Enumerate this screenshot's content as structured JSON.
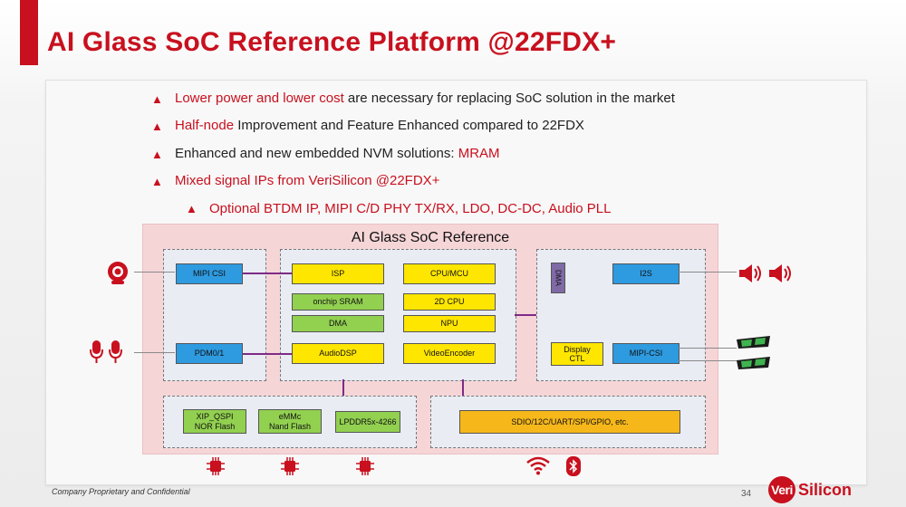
{
  "slide": {
    "title": "AI Glass SoC Reference Platform @22FDX+",
    "footer": "Company Proprietary and Confidential",
    "page_number": "34",
    "logo_prefix": "Veri",
    "logo_suffix": "Silicon"
  },
  "bullets": [
    {
      "highlight": "Lower power and lower cost",
      "text": " are necessary for replacing SoC solution in the market"
    },
    {
      "highlight": "Half-node",
      "text": " Improvement and Feature Enhanced compared to 22FDX"
    },
    {
      "text": "Enhanced and new embedded NVM solutions: ",
      "highlight": "MRAM"
    },
    {
      "highlight": "Mixed signal IPs from VeriSilicon @22FDX+"
    },
    {
      "highlight": "Optional BTDM IP, MIPI  C/D PHY TX/RX, LDO, DC-DC, Audio PLL"
    }
  ],
  "diagram": {
    "title": "AI Glass SoC Reference",
    "blocks": {
      "mipi_csi_in": "MIPI CSI",
      "pdm": "PDM0/1",
      "isp": "ISP",
      "cpu_mcu": "CPU/MCU",
      "sram": "onchip SRAM",
      "cpu2d": "2D CPU",
      "dma_mid": "DMA",
      "npu": "NPU",
      "audiodsp": "AudioDSP",
      "videoencoder": "VideoEncoder",
      "dma_right": "DMA",
      "i2s": "I2S",
      "display_ctl_1": "Display",
      "display_ctl_2": "CTL",
      "mipi_csi_out": "MIPI-CSI",
      "xip_1": "XIP_QSPI",
      "xip_2": "NOR Flash",
      "emmc_1": "eMMc",
      "emmc_2": "Nand Flash",
      "lpddr": "LPDDR5x-4266",
      "peripherals": "SDIO/12C/UART/SPI/GPIO, etc."
    }
  },
  "icons": [
    "camera-icon",
    "microphone-icon",
    "speaker-icon",
    "smart-glasses-icon",
    "chip-icon",
    "wifi-icon",
    "bluetooth-icon"
  ],
  "colors": {
    "accent": "#c8101e",
    "diagram_bg": "#f6d5d7",
    "block_blue": "#2e9ae0",
    "block_yellow": "#ffe600",
    "block_green": "#92d050",
    "block_orange": "#f6b71a",
    "bus_purple": "#7e2b86"
  }
}
